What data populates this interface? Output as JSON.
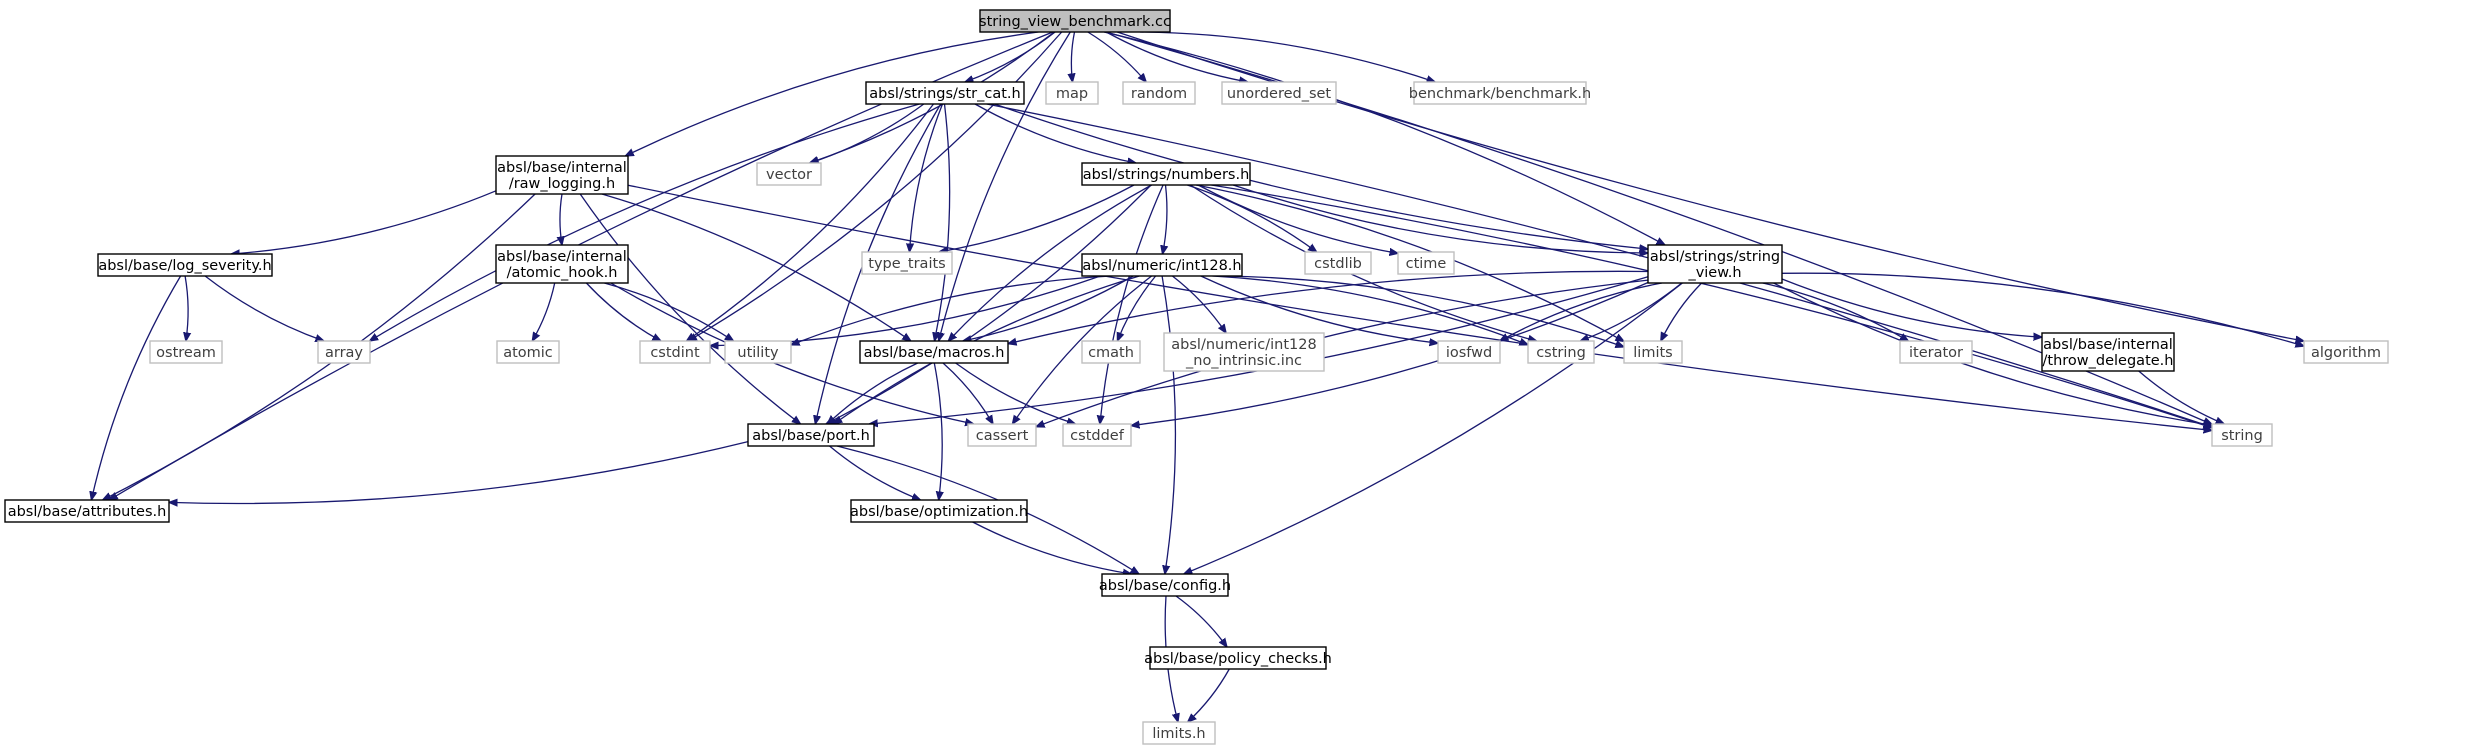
{
  "colors": {
    "edge": "#191970",
    "root_fill": "#bfbfbf",
    "local_border": "#000000",
    "system_border": "#bfbfbf",
    "system_text": "#404040"
  },
  "nodes": {
    "root": {
      "lines": [
        "string_view_benchmark.cc"
      ],
      "kind": "root"
    },
    "strcat": {
      "lines": [
        "absl/strings/str_cat.h"
      ],
      "kind": "local"
    },
    "map": {
      "lines": [
        "map"
      ],
      "kind": "system"
    },
    "random": {
      "lines": [
        "random"
      ],
      "kind": "system"
    },
    "uset": {
      "lines": [
        "unordered_set"
      ],
      "kind": "system"
    },
    "bench": {
      "lines": [
        "benchmark/benchmark.h"
      ],
      "kind": "system"
    },
    "rawlog": {
      "lines": [
        "absl/base/internal",
        "/raw_logging.h"
      ],
      "kind": "local"
    },
    "vector": {
      "lines": [
        "vector"
      ],
      "kind": "system"
    },
    "numbers": {
      "lines": [
        "absl/strings/numbers.h"
      ],
      "kind": "local"
    },
    "logsev": {
      "lines": [
        "absl/base/log_severity.h"
      ],
      "kind": "local"
    },
    "atomhook": {
      "lines": [
        "absl/base/internal",
        "/atomic_hook.h"
      ],
      "kind": "local"
    },
    "typetr": {
      "lines": [
        "type_traits"
      ],
      "kind": "system"
    },
    "int128": {
      "lines": [
        "absl/numeric/int128.h"
      ],
      "kind": "local"
    },
    "cstdlib": {
      "lines": [
        "cstdlib"
      ],
      "kind": "system"
    },
    "ctime": {
      "lines": [
        "ctime"
      ],
      "kind": "system"
    },
    "strview": {
      "lines": [
        "absl/strings/string",
        "_view.h"
      ],
      "kind": "local"
    },
    "ostream": {
      "lines": [
        "ostream"
      ],
      "kind": "system"
    },
    "array": {
      "lines": [
        "array"
      ],
      "kind": "system"
    },
    "atomic": {
      "lines": [
        "atomic"
      ],
      "kind": "system"
    },
    "cstdint": {
      "lines": [
        "cstdint"
      ],
      "kind": "system"
    },
    "utility": {
      "lines": [
        "utility"
      ],
      "kind": "system"
    },
    "macros": {
      "lines": [
        "absl/base/macros.h"
      ],
      "kind": "local"
    },
    "cmath": {
      "lines": [
        "cmath"
      ],
      "kind": "system"
    },
    "noint": {
      "lines": [
        "absl/numeric/int128",
        "_no_intrinsic.inc"
      ],
      "kind": "system"
    },
    "iosfwd": {
      "lines": [
        "iosfwd"
      ],
      "kind": "system"
    },
    "cstring": {
      "lines": [
        "cstring"
      ],
      "kind": "system"
    },
    "limits": {
      "lines": [
        "limits"
      ],
      "kind": "system"
    },
    "iterator": {
      "lines": [
        "iterator"
      ],
      "kind": "system"
    },
    "throwdel": {
      "lines": [
        "absl/base/internal",
        "/throw_delegate.h"
      ],
      "kind": "local"
    },
    "algorithm": {
      "lines": [
        "algorithm"
      ],
      "kind": "system"
    },
    "port": {
      "lines": [
        "absl/base/port.h"
      ],
      "kind": "local"
    },
    "cassert": {
      "lines": [
        "cassert"
      ],
      "kind": "system"
    },
    "cstddef": {
      "lines": [
        "cstddef"
      ],
      "kind": "system"
    },
    "string": {
      "lines": [
        "string"
      ],
      "kind": "system"
    },
    "attrs": {
      "lines": [
        "absl/base/attributes.h"
      ],
      "kind": "local"
    },
    "optim": {
      "lines": [
        "absl/base/optimization.h"
      ],
      "kind": "local"
    },
    "config": {
      "lines": [
        "absl/base/config.h"
      ],
      "kind": "local"
    },
    "policy": {
      "lines": [
        "absl/base/policy_checks.h"
      ],
      "kind": "local"
    },
    "limitsh": {
      "lines": [
        "limits.h"
      ],
      "kind": "system"
    }
  },
  "edges": [
    [
      "root",
      "strcat"
    ],
    [
      "root",
      "map"
    ],
    [
      "root",
      "random"
    ],
    [
      "root",
      "uset"
    ],
    [
      "root",
      "bench"
    ],
    [
      "root",
      "rawlog"
    ],
    [
      "root",
      "vector"
    ],
    [
      "root",
      "attrs"
    ],
    [
      "root",
      "cstdint"
    ],
    [
      "root",
      "macros"
    ],
    [
      "root",
      "strview"
    ],
    [
      "root",
      "algorithm"
    ],
    [
      "root",
      "string"
    ],
    [
      "strcat",
      "numbers"
    ],
    [
      "strcat",
      "vector"
    ],
    [
      "strcat",
      "strview"
    ],
    [
      "strcat",
      "string"
    ],
    [
      "strcat",
      "typetr"
    ],
    [
      "strcat",
      "cstdint"
    ],
    [
      "strcat",
      "port"
    ],
    [
      "strcat",
      "macros"
    ],
    [
      "strcat",
      "array"
    ],
    [
      "rawlog",
      "logsev"
    ],
    [
      "rawlog",
      "atomhook"
    ],
    [
      "rawlog",
      "attrs"
    ],
    [
      "rawlog",
      "port"
    ],
    [
      "rawlog",
      "macros"
    ],
    [
      "rawlog",
      "string"
    ],
    [
      "numbers",
      "int128"
    ],
    [
      "numbers",
      "strview"
    ],
    [
      "numbers",
      "cstdlib"
    ],
    [
      "numbers",
      "ctime"
    ],
    [
      "numbers",
      "typetr"
    ],
    [
      "numbers",
      "macros"
    ],
    [
      "numbers",
      "port"
    ],
    [
      "numbers",
      "cstring"
    ],
    [
      "numbers",
      "limits"
    ],
    [
      "numbers",
      "cstddef"
    ],
    [
      "numbers",
      "string"
    ],
    [
      "logsev",
      "array"
    ],
    [
      "logsev",
      "ostream"
    ],
    [
      "logsev",
      "attrs"
    ],
    [
      "atomhook",
      "atomic"
    ],
    [
      "atomhook",
      "cstdint"
    ],
    [
      "atomhook",
      "utility"
    ],
    [
      "atomhook",
      "cassert"
    ],
    [
      "int128",
      "cstdint"
    ],
    [
      "int128",
      "utility"
    ],
    [
      "int128",
      "macros"
    ],
    [
      "int128",
      "cmath"
    ],
    [
      "int128",
      "noint"
    ],
    [
      "int128",
      "iosfwd"
    ],
    [
      "int128",
      "limits"
    ],
    [
      "int128",
      "port"
    ],
    [
      "int128",
      "config"
    ],
    [
      "int128",
      "cassert"
    ],
    [
      "int128",
      "cstring"
    ],
    [
      "strview",
      "macros"
    ],
    [
      "strview",
      "port"
    ],
    [
      "strview",
      "cassert"
    ],
    [
      "strview",
      "cstddef"
    ],
    [
      "strview",
      "iosfwd"
    ],
    [
      "strview",
      "cstring"
    ],
    [
      "strview",
      "limits"
    ],
    [
      "strview",
      "iterator"
    ],
    [
      "strview",
      "throwdel"
    ],
    [
      "strview",
      "algorithm"
    ],
    [
      "strview",
      "string"
    ],
    [
      "strview",
      "config"
    ],
    [
      "macros",
      "port"
    ],
    [
      "macros",
      "cassert"
    ],
    [
      "macros",
      "cstddef"
    ],
    [
      "macros",
      "optim"
    ],
    [
      "throwdel",
      "string"
    ],
    [
      "port",
      "attrs"
    ],
    [
      "port",
      "optim"
    ],
    [
      "port",
      "config"
    ],
    [
      "optim",
      "config"
    ],
    [
      "config",
      "policy"
    ],
    [
      "config",
      "limitsh"
    ],
    [
      "policy",
      "limitsh"
    ]
  ]
}
